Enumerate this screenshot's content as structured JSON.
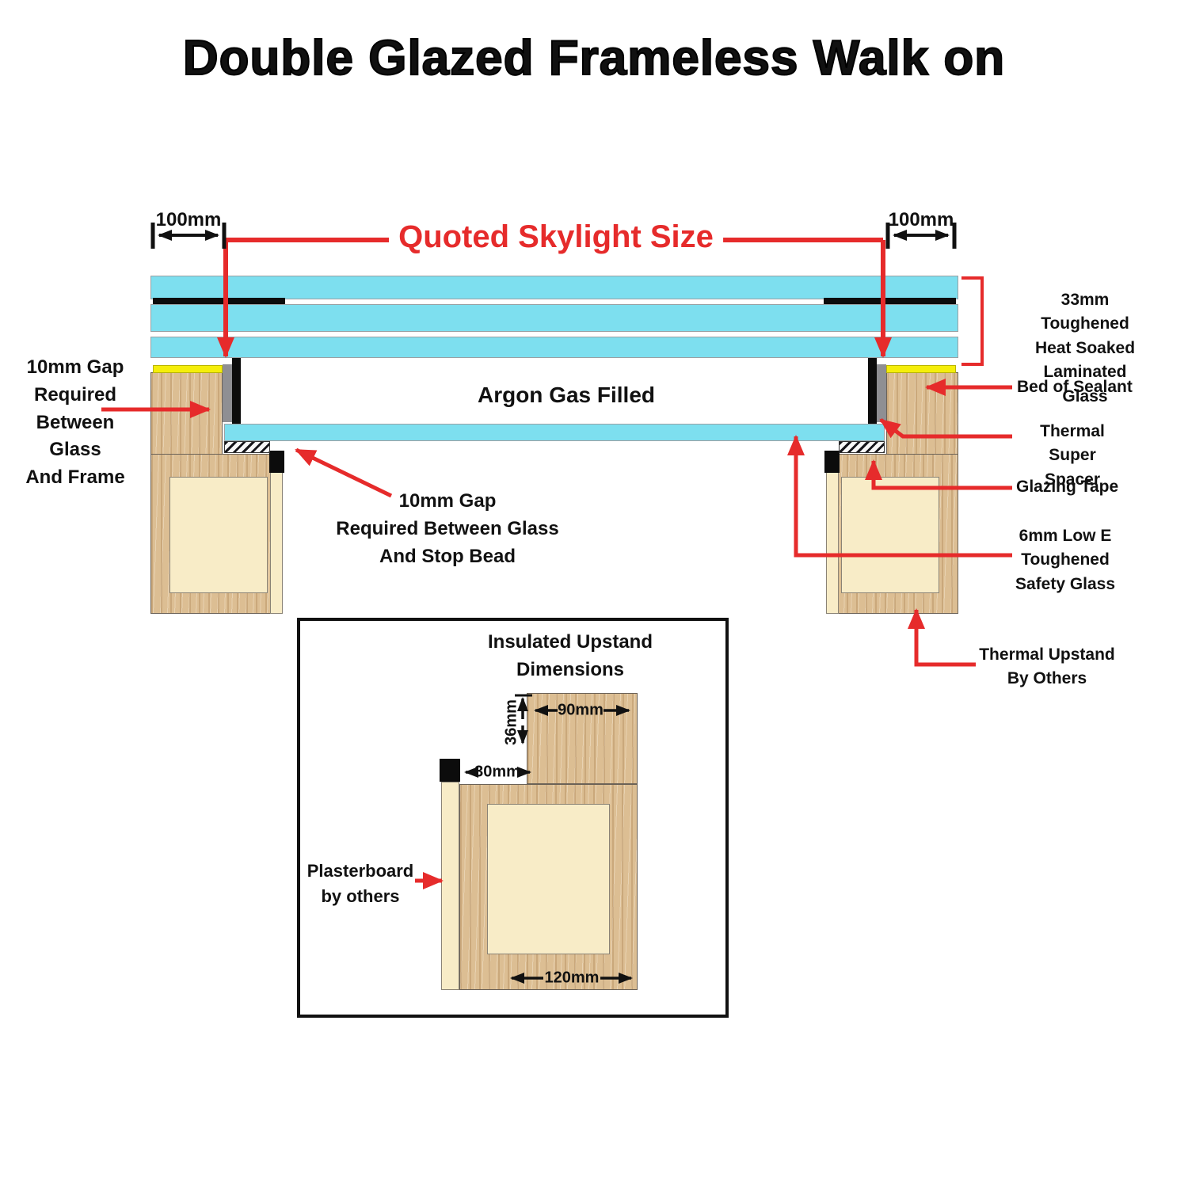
{
  "title": "Double Glazed Frameless Walk on",
  "main_diagram": {
    "quoted_size_label": "Quoted Skylight Size",
    "argon_label": "Argon Gas Filled",
    "dim_left": "100mm",
    "dim_right": "100mm",
    "callouts": {
      "gap_frame": "10mm Gap\nRequired\nBetween\nGlass\nAnd Frame",
      "gap_stop_bead": "10mm Gap\nRequired Between Glass\nAnd Stop Bead",
      "laminated_glass": "33mm Toughened\nHeat Soaked\nLaminated Glass",
      "bed_of_sealant": "Bed of Sealant",
      "thermal_super_spacer": "Thermal Super\nSpacer",
      "glazing_tape": "Glazing Tape",
      "low_e_glass": "6mm Low E\nToughened\nSafety Glass",
      "thermal_upstand": "Thermal Upstand\nBy Others"
    }
  },
  "inset": {
    "title": "Insulated Upstand\nDimensions",
    "plasterboard": "Plasterboard\nby others",
    "dim_36": "36mm",
    "dim_90": "90mm",
    "dim_30": "30mm",
    "dim_120": "120mm"
  },
  "colors": {
    "glass": "#7DDFEF",
    "wood": "#DCBE93",
    "insulation": "#F8ECC7",
    "sealant": "#F5EE0A",
    "red": "#E62B2B",
    "ink": "#111111"
  }
}
